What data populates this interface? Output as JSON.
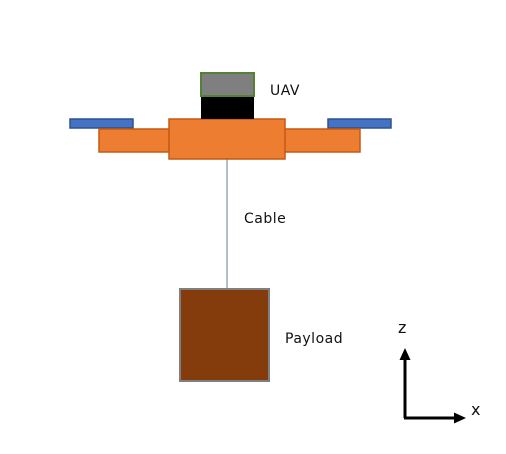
{
  "labels": {
    "uav": "UAV",
    "cable": "Cable",
    "payload": "Payload"
  },
  "axes": {
    "z": "z",
    "x": "x"
  },
  "colors": {
    "arm": "#ED7D31",
    "arm_stroke": "#C55A11",
    "propeller": "#4472C4",
    "propeller_stroke": "#2F528F",
    "sensor_top": "#7F7F7F",
    "sensor_top_stroke": "#548235",
    "sensor_base": "#000000",
    "cable": "#5B7F95",
    "payload": "#843C0C",
    "payload_stroke": "#7F7F7F",
    "axis": "#000000"
  }
}
